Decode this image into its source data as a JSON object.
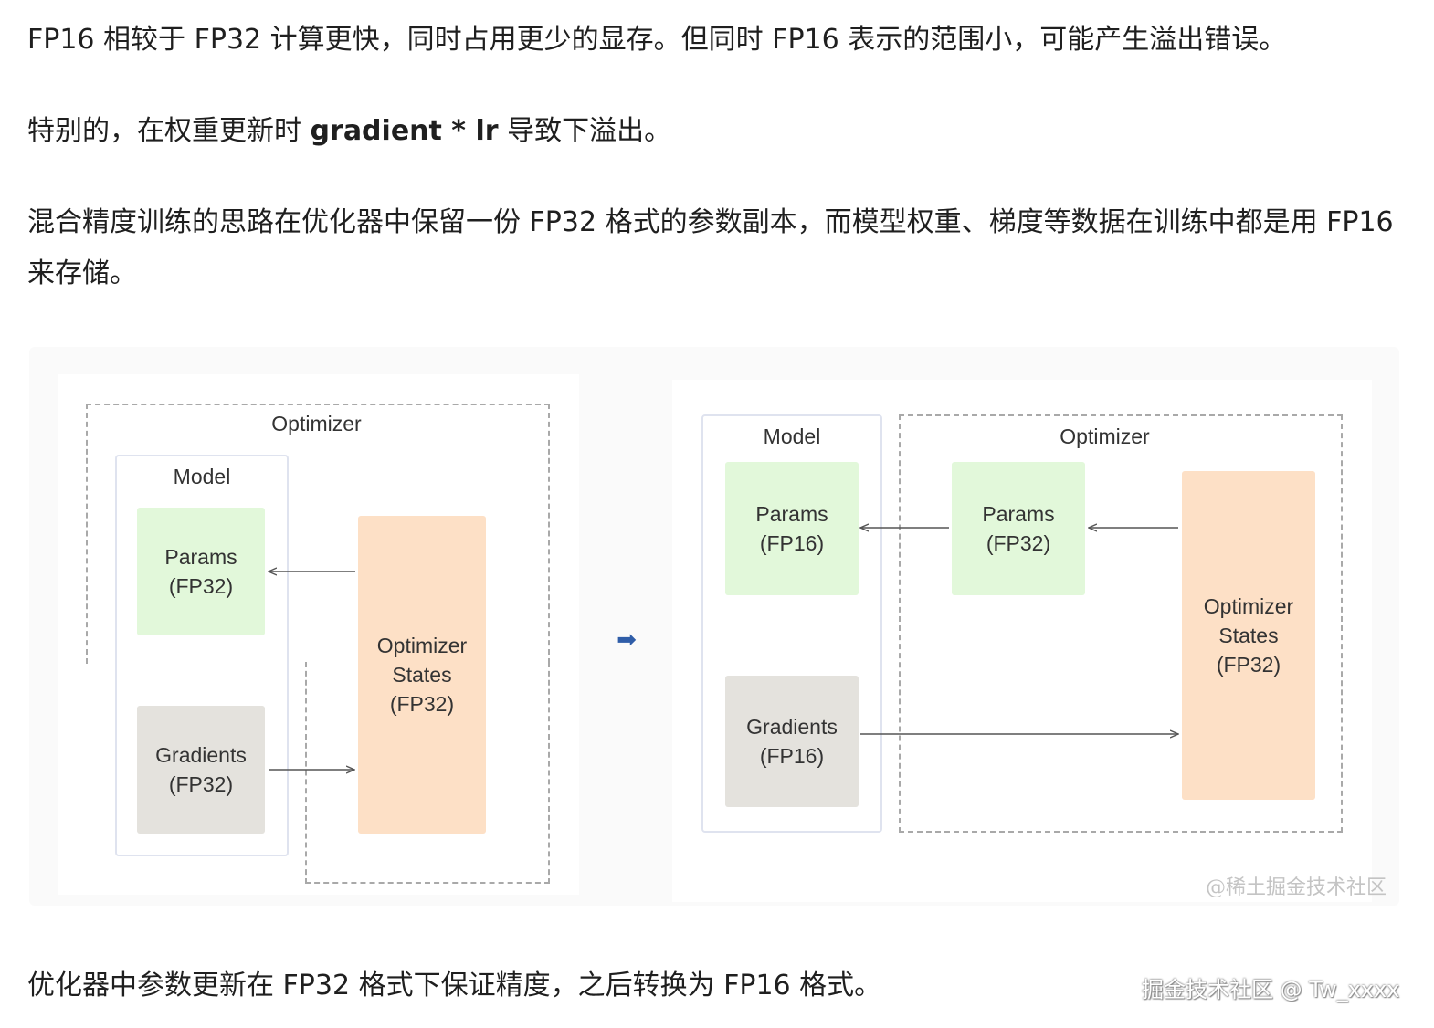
{
  "article": {
    "p1": "FP16 相较于 FP32 计算更快，同时占用更少的显存。但同时 FP16 表示的范围小，可能产生溢出错误。",
    "p2_prefix": "特别的，在权重更新时 ",
    "p2_bold": "gradient * lr",
    "p2_suffix": " 导致下溢出。",
    "p3": "混合精度训练的思路在优化器中保留一份 FP32 格式的参数副本，而模型权重、梯度等数据在训练中都是用 FP16 来存储。",
    "p4": "优化器中参数更新在 FP32 格式下保证精度，之后转换为 FP16 格式。"
  },
  "figure": {
    "left": {
      "optimizer_label": "Optimizer",
      "model_label": "Model",
      "params": [
        "Params",
        "(FP32)"
      ],
      "gradients": [
        "Gradients",
        "(FP32)"
      ],
      "states": [
        "Optimizer",
        "States",
        "(FP32)"
      ]
    },
    "transition_arrow": "➡",
    "right": {
      "model_label": "Model",
      "optimizer_label": "Optimizer",
      "model_params": [
        "Params",
        "(FP16)"
      ],
      "opt_params": [
        "Params",
        "(FP32)"
      ],
      "gradients": [
        "Gradients",
        "(FP16)"
      ],
      "states": [
        "Optimizer",
        "States",
        "(FP32)"
      ]
    },
    "watermark": "@稀土掘金技术社区"
  },
  "page_watermark": "掘金技术社区 @ Tw_xxxx",
  "colors": {
    "params_fill": "#e2f8da",
    "gradients_fill": "#e4e2dd",
    "states_fill": "#fde0c6",
    "transition_arrow": "#2f5da8"
  }
}
